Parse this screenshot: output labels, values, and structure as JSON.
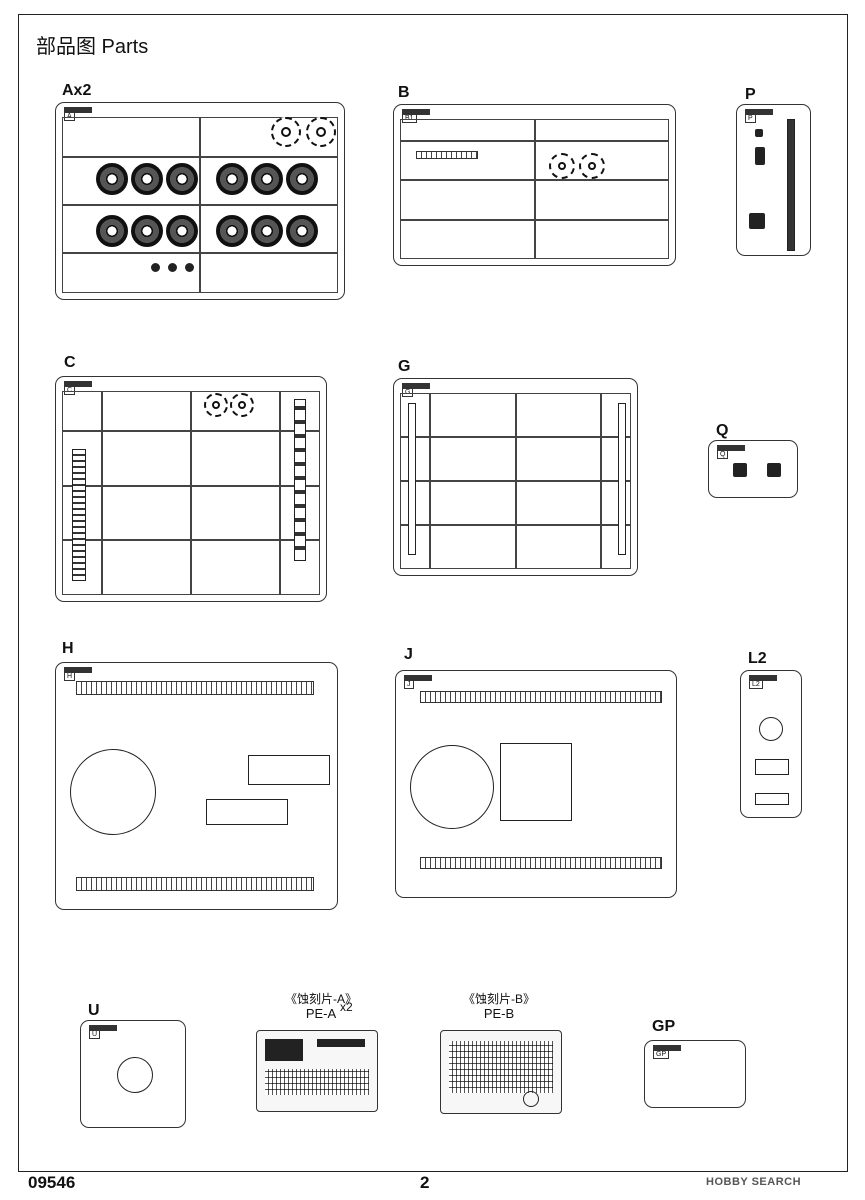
{
  "page": {
    "title": "部品图 Parts",
    "code": "09546",
    "number": "2"
  },
  "watermark": "HOBBY SEARCH",
  "sprues": {
    "A": {
      "label": "Ax2",
      "letter": "A"
    },
    "B": {
      "label": "B",
      "letter": "B1"
    },
    "P": {
      "label": "P",
      "letter": "P"
    },
    "C": {
      "label": "C",
      "letter": "C"
    },
    "G": {
      "label": "G",
      "letter": "G"
    },
    "Q": {
      "label": "Q",
      "letter": "Q"
    },
    "H": {
      "label": "H",
      "letter": "H"
    },
    "J": {
      "label": "J",
      "letter": "J"
    },
    "L2": {
      "label": "L2",
      "letter": "L2"
    },
    "U": {
      "label": "U",
      "letter": "U"
    },
    "GP": {
      "label": "GP",
      "letter": "GP"
    }
  },
  "etched": {
    "pe_a": {
      "chinese": "《蚀刻片-A》",
      "label": "PE-A",
      "multiplier": "x2"
    },
    "pe_b": {
      "chinese": "《蚀刻片-B》",
      "label": "PE-B"
    }
  }
}
